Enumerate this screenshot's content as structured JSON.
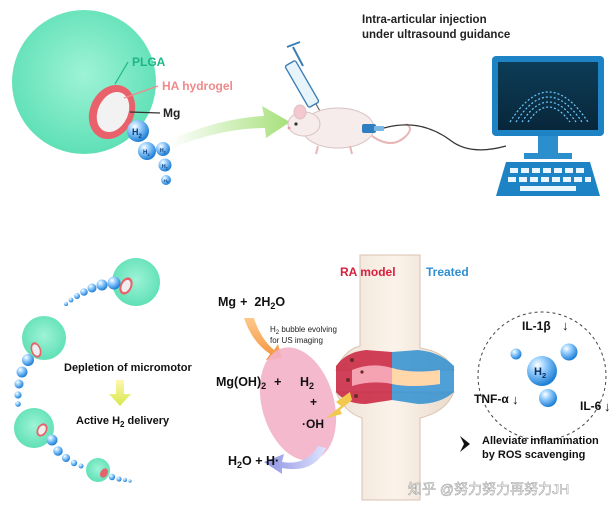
{
  "colors": {
    "plga": "#1fb487",
    "hydrogel": "#f08a8a",
    "ra_model": "#d81f3c",
    "treated": "#2f8fd0",
    "micromotor": "#5fe0b6",
    "bubble": "#3a97e0",
    "ellipse": "#f3b1c8",
    "watermark": "#ffffff"
  },
  "top": {
    "plga_label": "PLGA",
    "hydrogel_label": "HA hydrogel",
    "mg_label": "Mg",
    "h2_big": "H",
    "h2_sub": "2",
    "injection_line1": "Intra-articular injection",
    "injection_line2": "under ultrasound guidance"
  },
  "left": {
    "depletion_label": "Depletion of micromotor",
    "delivery_label": "Active H",
    "delivery_sub": "2",
    "delivery_tail": " delivery"
  },
  "reaction": {
    "mg": "Mg",
    "plus1": "+",
    "water_coeff": "2H",
    "water_sub": "2",
    "water_tail": "O",
    "bubble_note_h": "H",
    "bubble_note_sub": "2",
    "bubble_note_line1": " bubble evolving",
    "bubble_note_line2": "for US imaging",
    "mgoh": "Mg(OH)",
    "mgoh_sub": "2",
    "plus2": "+",
    "h2": "H",
    "h2_sub": "2",
    "plus3": "+",
    "oh": "·OH",
    "water_product": "H",
    "water_product_sub": "2",
    "water_product_tail": "O + H·"
  },
  "joint": {
    "ra_label": "RA model",
    "treated_label": "Treated"
  },
  "cytokines": {
    "il1b": "IL-1β",
    "tnfa": "TNF-α",
    "il6": "IL-6",
    "h2": "H",
    "h2_sub": "2"
  },
  "result": {
    "line1": "Alleviate inflammation",
    "line2": "by ROS scavenging"
  },
  "watermark": "知乎 @努力努力再努力JH"
}
